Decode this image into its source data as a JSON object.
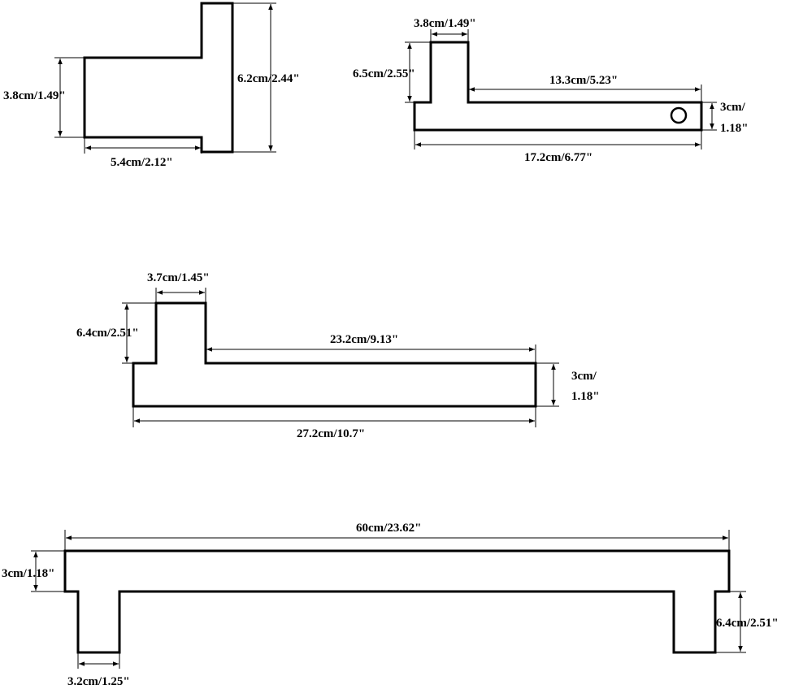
{
  "figures": {
    "hook": {
      "height_label": "3.8cm/1.49\"",
      "plate_height_label": "6.2cm/2.44\"",
      "depth_label": "5.4cm/2.12\""
    },
    "towel_ring": {
      "width_label": "3.8cm/1.49\"",
      "height_label": "6.5cm/2.55\"",
      "arm_label": "13.3cm/5.23\"",
      "thickness_label_line1": "3cm/",
      "thickness_label_line2": "1.18\"",
      "total_label": "17.2cm/6.77\""
    },
    "paper_holder": {
      "width_label": "3.7cm/1.45\"",
      "height_label": "6.4cm/2.51\"",
      "arm_label": "23.2cm/9.13\"",
      "thickness_label_line1": "3cm/",
      "thickness_label_line2": "1.18\"",
      "total_label": "27.2cm/10.7\""
    },
    "towel_bar": {
      "length_label": "60cm/23.62\"",
      "thickness_label": "3cm/1.18\"",
      "post_label": "6.4cm/2.51\"",
      "post_width_label": "3.2cm/1.25\""
    }
  },
  "colors": {
    "line": "#000000",
    "background": "#ffffff"
  }
}
